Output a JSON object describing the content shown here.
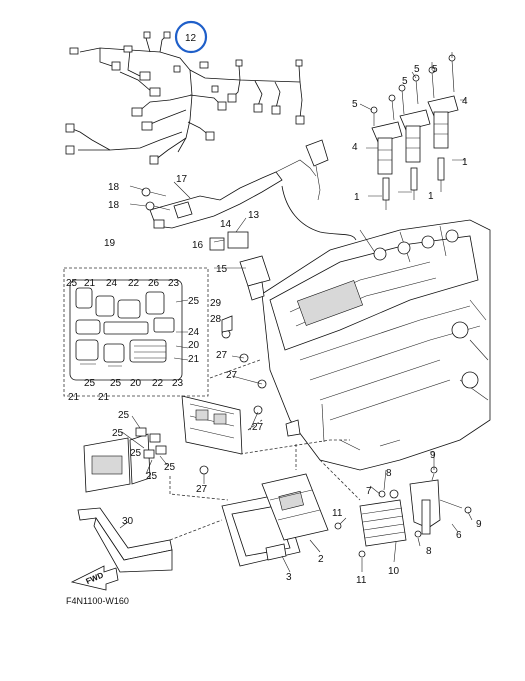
{
  "highlight": {
    "color": "#1f5fc9",
    "label": "12"
  },
  "caption": "F4N1100-W160",
  "fwd_label": "FWD",
  "callouts": [
    {
      "id": "c-1a",
      "text": "1"
    },
    {
      "id": "c-1b",
      "text": "1"
    },
    {
      "id": "c-1c",
      "text": "1"
    },
    {
      "id": "c-2",
      "text": "2"
    },
    {
      "id": "c-3",
      "text": "3"
    },
    {
      "id": "c-4a",
      "text": "4"
    },
    {
      "id": "c-4b",
      "text": "4"
    },
    {
      "id": "c-5a",
      "text": "5"
    },
    {
      "id": "c-5b",
      "text": "5"
    },
    {
      "id": "c-5c",
      "text": "5"
    },
    {
      "id": "c-5d",
      "text": "5"
    },
    {
      "id": "c-6",
      "text": "6"
    },
    {
      "id": "c-7",
      "text": "7"
    },
    {
      "id": "c-8a",
      "text": "8"
    },
    {
      "id": "c-8b",
      "text": "8"
    },
    {
      "id": "c-9a",
      "text": "9"
    },
    {
      "id": "c-9b",
      "text": "9"
    },
    {
      "id": "c-10",
      "text": "10"
    },
    {
      "id": "c-11a",
      "text": "11"
    },
    {
      "id": "c-11b",
      "text": "11"
    },
    {
      "id": "c-13",
      "text": "13"
    },
    {
      "id": "c-14",
      "text": "14"
    },
    {
      "id": "c-15",
      "text": "15"
    },
    {
      "id": "c-16",
      "text": "16"
    },
    {
      "id": "c-17",
      "text": "17"
    },
    {
      "id": "c-18a",
      "text": "18"
    },
    {
      "id": "c-18b",
      "text": "18"
    },
    {
      "id": "c-19",
      "text": "19"
    },
    {
      "id": "c-20a",
      "text": "20"
    },
    {
      "id": "c-20b",
      "text": "20"
    },
    {
      "id": "c-21a",
      "text": "21"
    },
    {
      "id": "c-21b",
      "text": "21"
    },
    {
      "id": "c-21c",
      "text": "21"
    },
    {
      "id": "c-21d",
      "text": "21"
    },
    {
      "id": "c-22a",
      "text": "22"
    },
    {
      "id": "c-22b",
      "text": "22"
    },
    {
      "id": "c-23a",
      "text": "23"
    },
    {
      "id": "c-23b",
      "text": "23"
    },
    {
      "id": "c-24a",
      "text": "24"
    },
    {
      "id": "c-24b",
      "text": "24"
    },
    {
      "id": "c-25a",
      "text": "25"
    },
    {
      "id": "c-25b",
      "text": "25"
    },
    {
      "id": "c-25c",
      "text": "25"
    },
    {
      "id": "c-25d",
      "text": "25"
    },
    {
      "id": "c-25e",
      "text": "25"
    },
    {
      "id": "c-25f",
      "text": "25"
    },
    {
      "id": "c-25g",
      "text": "25"
    },
    {
      "id": "c-25h",
      "text": "25"
    },
    {
      "id": "c-25i",
      "text": "25"
    },
    {
      "id": "c-26",
      "text": "26"
    },
    {
      "id": "c-27a",
      "text": "27"
    },
    {
      "id": "c-27b",
      "text": "27"
    },
    {
      "id": "c-27c",
      "text": "27"
    },
    {
      "id": "c-27d",
      "text": "27"
    },
    {
      "id": "c-28",
      "text": "28"
    },
    {
      "id": "c-29",
      "text": "29"
    },
    {
      "id": "c-30",
      "text": "30"
    }
  ]
}
